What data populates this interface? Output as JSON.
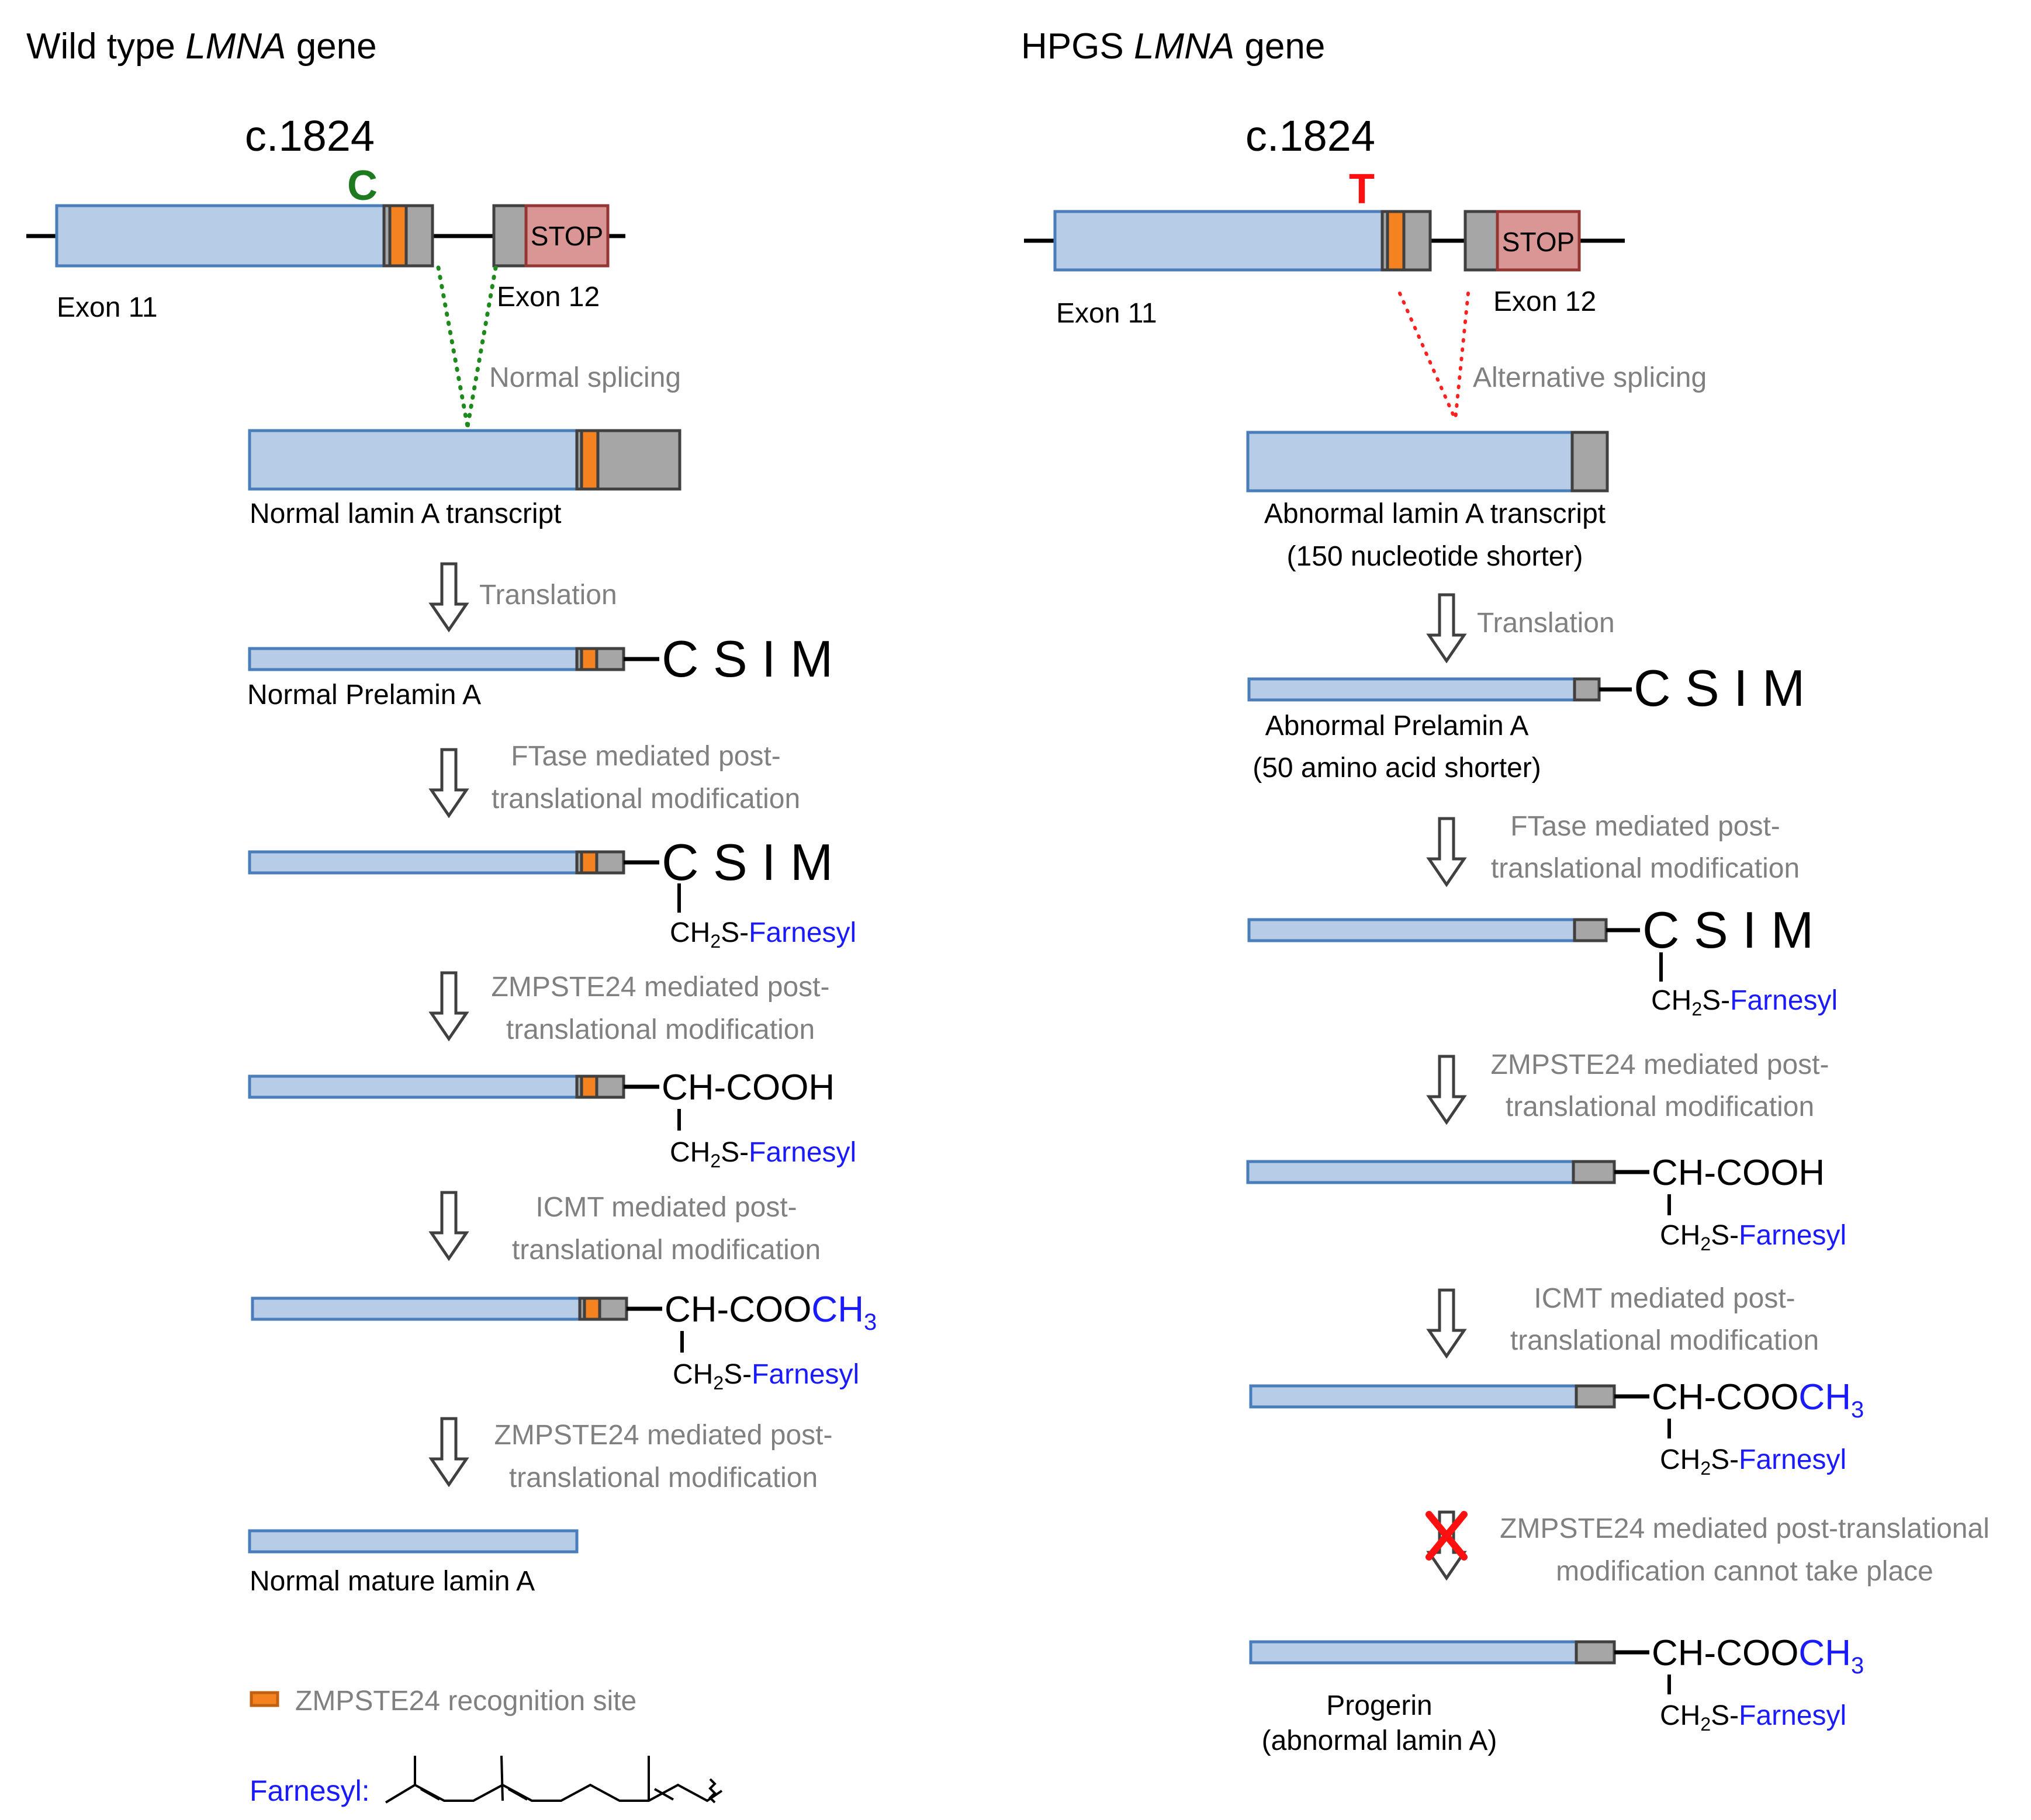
{
  "wild_type": {
    "title_prefix": "Wild type ",
    "title_gene": "LMNA",
    "title_suffix": " gene",
    "position": "c.1824",
    "nucleotide": "C",
    "exon11": "Exon 11",
    "exon12": "Exon 12",
    "stop": "STOP",
    "splicing": "Normal splicing",
    "transcript": "Normal lamin A transcript",
    "translation": "Translation",
    "prelamin": "Normal Prelamin A",
    "ftase_1": "FTase mediated post-",
    "ftase_2": "translational modification",
    "zmp1_1": "ZMPSTE24 mediated post-",
    "zmp1_2": "translational modification",
    "icmt_1": "ICMT mediated post-",
    "icmt_2": "translational modification",
    "zmp2_1": "ZMPSTE24 mediated post-",
    "zmp2_2": "translational modification",
    "mature": "Normal mature lamin A"
  },
  "hgps": {
    "title_prefix": "HPGS ",
    "title_gene": "LMNA",
    "title_suffix": " gene",
    "position": "c.1824",
    "nucleotide": "T",
    "exon11": "Exon 11",
    "exon12": "Exon 12",
    "stop": "STOP",
    "splicing": "Alternative splicing",
    "transcript_1": "Abnormal lamin A transcript",
    "transcript_2": "(150 nucleotide shorter)",
    "translation": "Translation",
    "prelamin_1": "Abnormal Prelamin A",
    "prelamin_2": "(50 amino acid shorter)",
    "ftase_1": "FTase mediated post-",
    "ftase_2": "translational modification",
    "zmp1_1": "ZMPSTE24 mediated post-",
    "zmp1_2": "translational modification",
    "icmt_1": "ICMT mediated post-",
    "icmt_2": "translational modification",
    "blocked_1": "ZMPSTE24 mediated post-translational",
    "blocked_2": "modification cannot take place",
    "progerin_1": "Progerin",
    "progerin_2": "(abnormal lamin A)"
  },
  "chem": {
    "csim": "C S I M",
    "ch": "CH-COOH",
    "ch_ester": "CH-COO",
    "methyl": "CH",
    "methyl_sub": "3",
    "ch2_prefix": "CH",
    "ch2_sub": "2",
    "ch2_suffix": "S-",
    "farnesyl": "Farnesyl"
  },
  "legend": {
    "recognition_site": "ZMPSTE24 recognition site",
    "farnesyl_label": "Farnesyl:"
  },
  "colors": {
    "exon": "#b7cce6",
    "exon_border": "#4a7ebb",
    "recognition_site": "#f58220",
    "stop_box": "#d99694",
    "wild_type_nucleotide": "#1e7a1e",
    "mutant_nucleotide": "#ff1010",
    "farnesyl_text": "#1a1aff"
  }
}
